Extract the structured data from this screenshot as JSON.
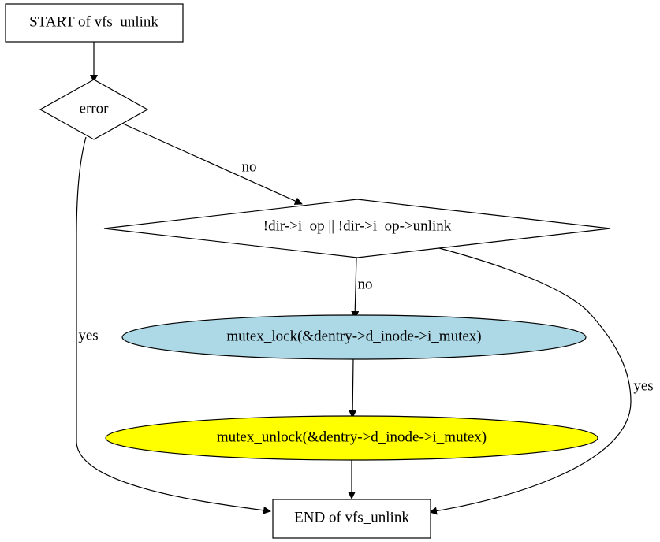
{
  "nodes": {
    "start": {
      "label": "START of vfs_unlink"
    },
    "error": {
      "label": "error"
    },
    "check_op": {
      "label": "!dir->i_op || !dir->i_op->unlink"
    },
    "lock": {
      "label": "mutex_lock(&dentry->d_inode->i_mutex)",
      "fill": "#add8e6"
    },
    "unlock": {
      "label": "mutex_unlock(&dentry->d_inode->i_mutex)",
      "fill": "#ffff00"
    },
    "end": {
      "label": "END of vfs_unlink"
    }
  },
  "edges": {
    "error_no": {
      "label": "no"
    },
    "error_yes": {
      "label": "yes"
    },
    "check_no": {
      "label": "no"
    },
    "check_yes": {
      "label": "yes"
    }
  }
}
